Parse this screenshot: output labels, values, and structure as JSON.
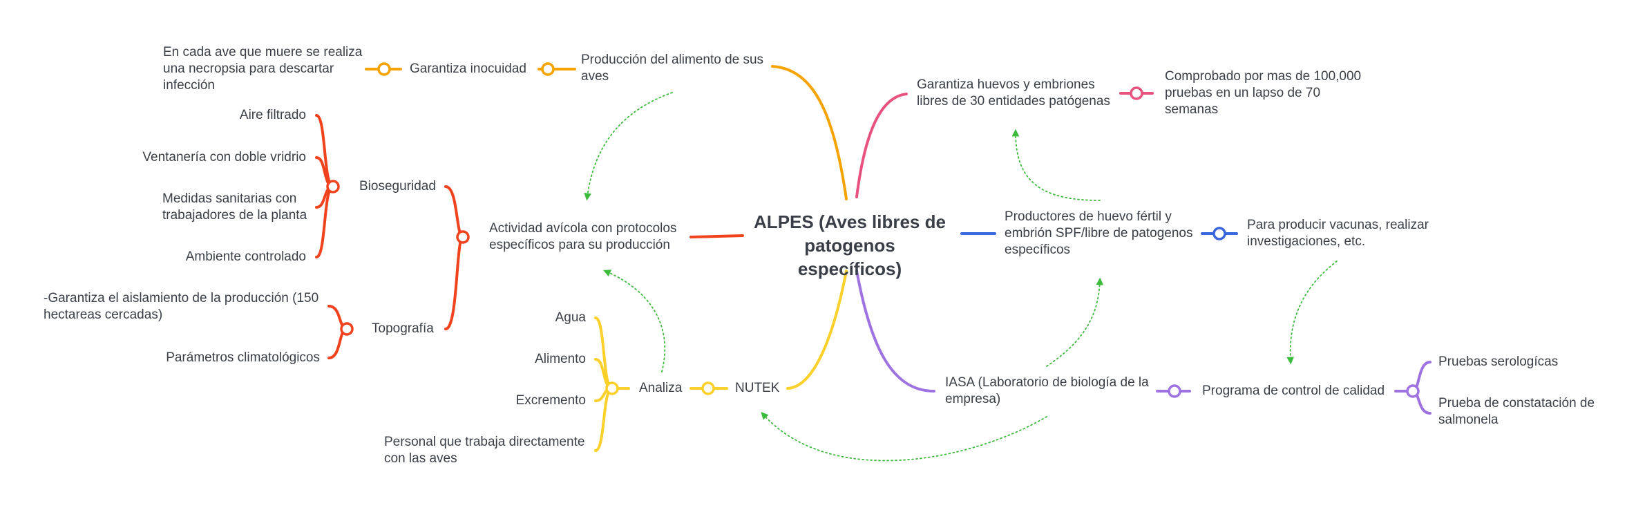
{
  "central": "ALPES (Aves libres de\npatogenos específicos)",
  "colors": {
    "orange": "#f5a300",
    "red": "#f0421c",
    "yellow": "#fbd02b",
    "pink": "#e8527f",
    "blue": "#3a66db",
    "purple": "#9e72e0",
    "green": "#3dbb3d",
    "text": "#3a3f47"
  },
  "left": {
    "produccion": "Producción del alimento de sus\naves",
    "garantiza_inocuidad": "Garantiza inocuidad",
    "necropsia": "En cada ave que muere se realiza\nuna necropsia para descartar\ninfección",
    "actividad": "Actividad avícola con protocolos\nespecíficos para su producción",
    "bioseguridad": "Bioseguridad",
    "aire": "Aire filtrado",
    "ventaneria": "Ventanería con doble vridrio",
    "medidas": "Medidas sanitarias con\ntrabajadores de la planta",
    "ambiente": "Ambiente controlado",
    "topografia": "Topografía",
    "aislamiento": "-Garantiza el aislamiento de la producción (150\nhectareas cercadas)",
    "parametros": "Parámetros climatológicos",
    "nutek": "NUTEK",
    "analiza": "Analiza",
    "agua": "Agua",
    "alimento": "Alimento",
    "excremento": "Excremento",
    "personal": "Personal que trabaja directamente\ncon las aves"
  },
  "right": {
    "garantiza_huevos": "Garantiza huevos y embriones\nlibres de 30 entidades patógenas",
    "comprobado": "Comprobado por mas de 100,000\npruebas en un lapso de 70\nsemanas",
    "productores": "Productores de huevo fértil y\nembrión SPF/libre de patogenos\nespecíficos",
    "vacunas": "Para producir vacunas, realizar\ninvestigaciones, etc.",
    "iasa": "IASA (Laboratorio de biología de la\nempresa)",
    "programa": "Programa de control de calidad",
    "serologicas": "Pruebas serologícas",
    "salmonela": "Prueba de constatación de\nsalmonela"
  }
}
